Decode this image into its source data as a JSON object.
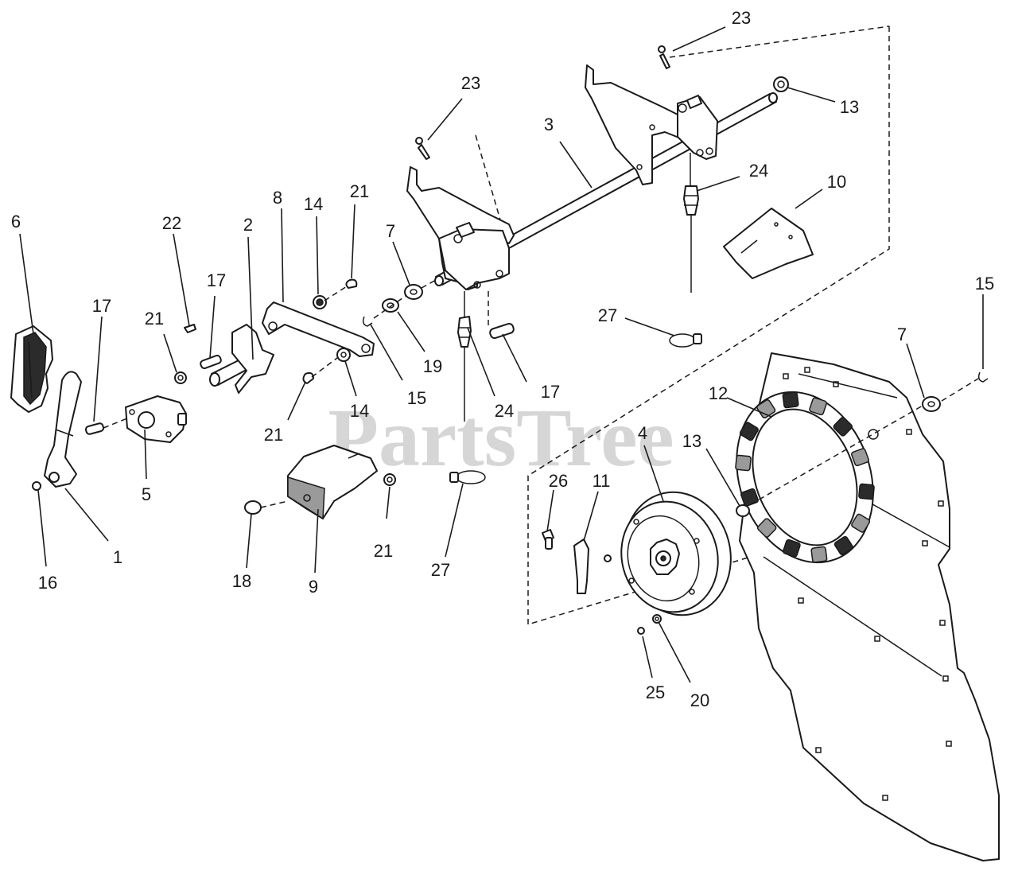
{
  "watermark": "PartsTree",
  "callouts": [
    {
      "id": "c1",
      "label": "1"
    },
    {
      "id": "c2",
      "label": "2"
    },
    {
      "id": "c3",
      "label": "3"
    },
    {
      "id": "c4",
      "label": "4"
    },
    {
      "id": "c5",
      "label": "5"
    },
    {
      "id": "c6",
      "label": "6"
    },
    {
      "id": "c7a",
      "label": "7"
    },
    {
      "id": "c7b",
      "label": "7"
    },
    {
      "id": "c8",
      "label": "8"
    },
    {
      "id": "c9",
      "label": "9"
    },
    {
      "id": "c10",
      "label": "10"
    },
    {
      "id": "c11",
      "label": "11"
    },
    {
      "id": "c12",
      "label": "12"
    },
    {
      "id": "c13a",
      "label": "13"
    },
    {
      "id": "c13b",
      "label": "13"
    },
    {
      "id": "c14a",
      "label": "14"
    },
    {
      "id": "c14b",
      "label": "14"
    },
    {
      "id": "c15a",
      "label": "15"
    },
    {
      "id": "c15b",
      "label": "15"
    },
    {
      "id": "c16",
      "label": "16"
    },
    {
      "id": "c17a",
      "label": "17"
    },
    {
      "id": "c17b",
      "label": "17"
    },
    {
      "id": "c17c",
      "label": "17"
    },
    {
      "id": "c18",
      "label": "18"
    },
    {
      "id": "c19",
      "label": "19"
    },
    {
      "id": "c20",
      "label": "20"
    },
    {
      "id": "c21a",
      "label": "21"
    },
    {
      "id": "c21b",
      "label": "21"
    },
    {
      "id": "c21c",
      "label": "21"
    },
    {
      "id": "c21d",
      "label": "21"
    },
    {
      "id": "c22",
      "label": "22"
    },
    {
      "id": "c23a",
      "label": "23"
    },
    {
      "id": "c23b",
      "label": "23"
    },
    {
      "id": "c24a",
      "label": "24"
    },
    {
      "id": "c24b",
      "label": "24"
    },
    {
      "id": "c25",
      "label": "25"
    },
    {
      "id": "c26",
      "label": "26"
    },
    {
      "id": "c27a",
      "label": "27"
    },
    {
      "id": "c27b",
      "label": "27"
    }
  ]
}
